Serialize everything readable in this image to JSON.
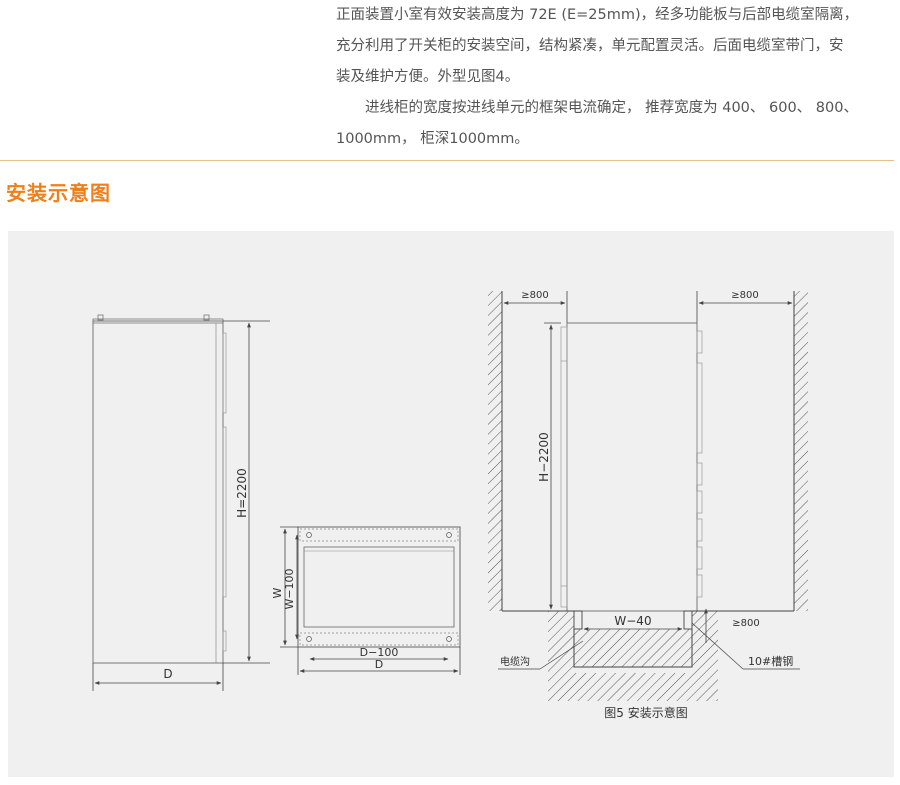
{
  "intro": {
    "line1": "正面装置小室有效安装高度为 72E (E=25mm)，经多功能板与后部电缆室隔离，",
    "line2": "充分利用了开关柜的安装空间，结构紧凑，单元配置灵活。后面电缆室带门，安",
    "line3": "装及维护方便。外型见图4。",
    "line4": "进线柜的宽度按进线单元的框架电流确定， 推荐宽度为 400、 600、 800、",
    "line5": "1000mm， 柜深1000mm。"
  },
  "section": {
    "title": "安装示意图"
  },
  "figure": {
    "side_view": {
      "height_label": "H=2200",
      "depth_label": "D"
    },
    "top_view": {
      "width_label": "W",
      "width_inner_label": "W−100",
      "depth_inner_label": "D−100",
      "depth_label": "D"
    },
    "install_view": {
      "left_clearance": "≥800",
      "right_clearance": "≥800",
      "front_clearance": "≥800",
      "height_label": "H−2200",
      "width_label": "W−40",
      "trench_label": "电缆沟",
      "channel_label": "10#槽钢"
    },
    "caption": "图5 安装示意图"
  },
  "colors": {
    "text": "#555555",
    "accent": "#ef7f1a",
    "divider": "#e4c28a",
    "panel": "#f1f0f0",
    "line": "#444444"
  }
}
